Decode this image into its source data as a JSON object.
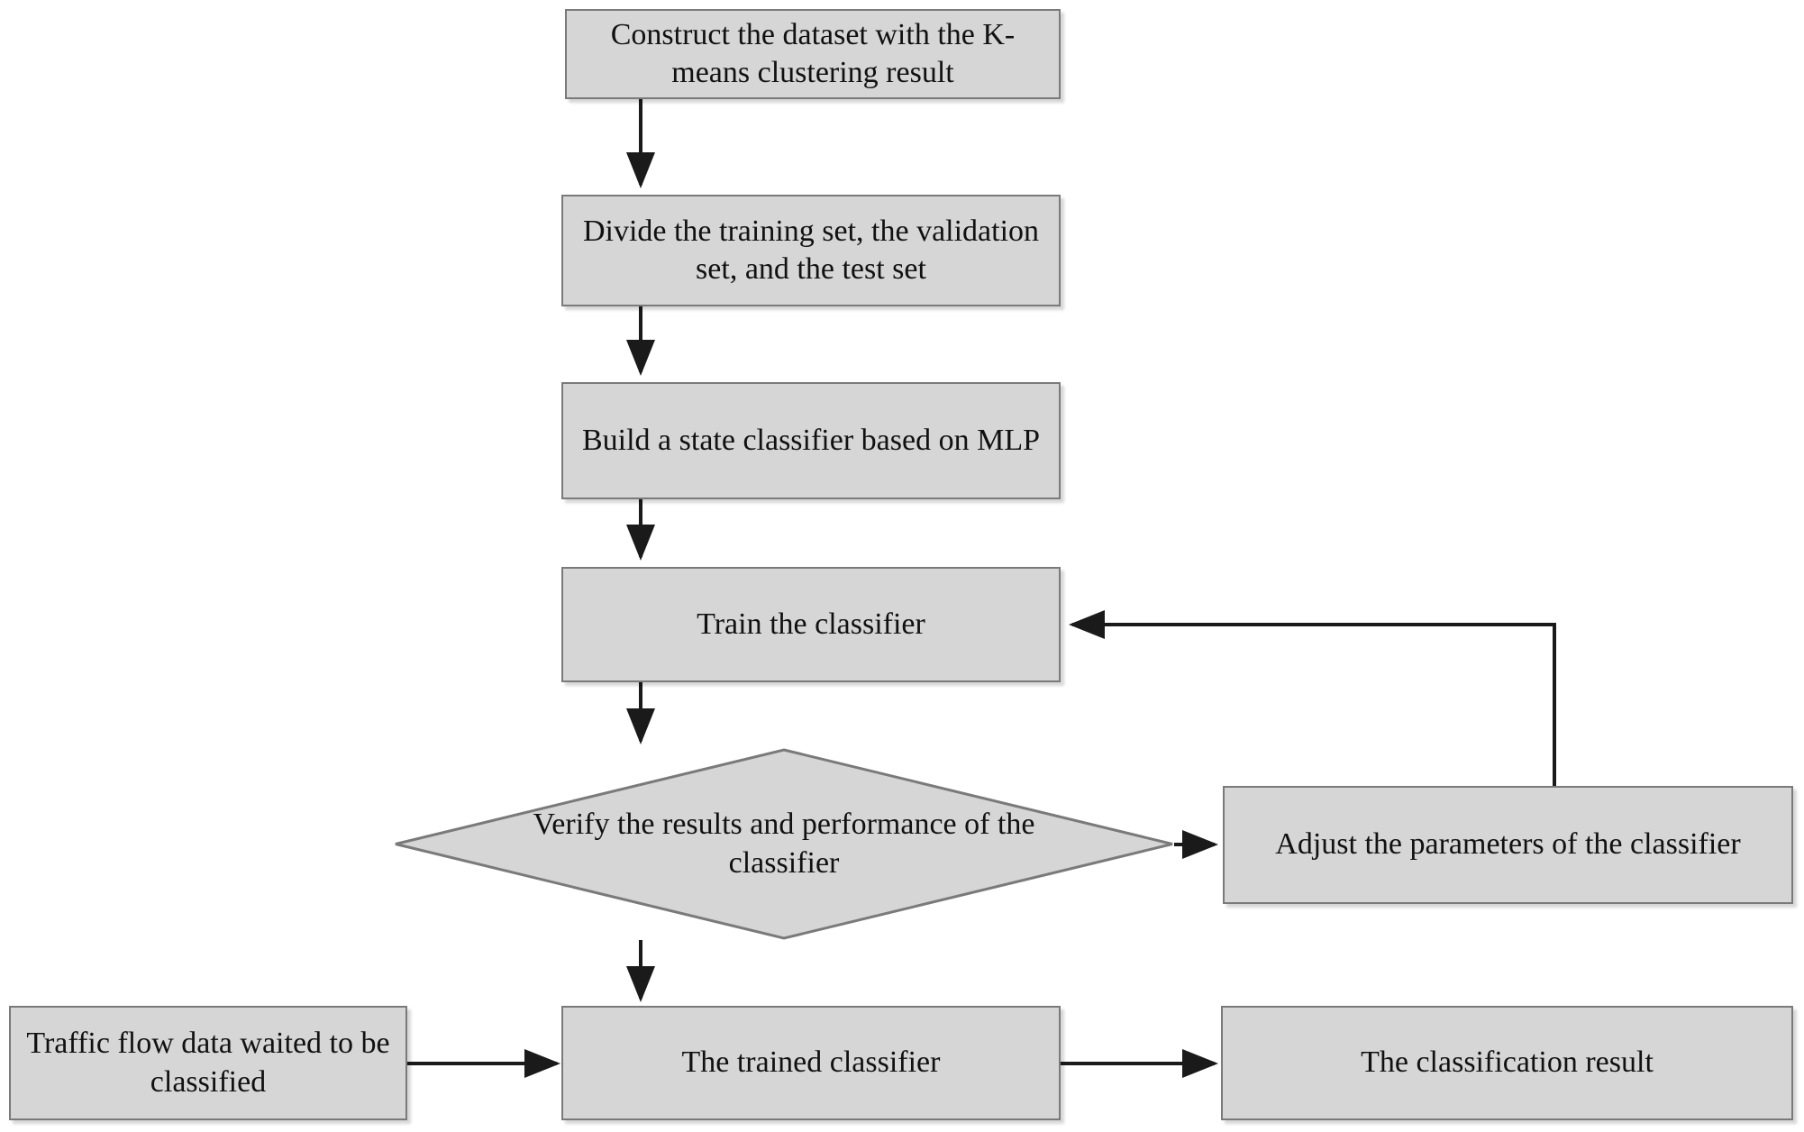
{
  "diagram": {
    "title": "Traffic state classification workflow flowchart",
    "background_color": "#ffffff",
    "node_fill_color": "#d6d6d6",
    "node_border_color": "#7a7a7a",
    "text_color": "#111111",
    "edge_color": "#1a1a1a"
  },
  "nodes": [
    {
      "id": "construct-dataset",
      "shape": "process",
      "text": "Construct the dataset with the K-means clustering result"
    },
    {
      "id": "divide-sets",
      "shape": "process",
      "text": "Divide the training set, the validation set, and the test set"
    },
    {
      "id": "build-classifier",
      "shape": "process",
      "text": "Build a state classifier based on MLP"
    },
    {
      "id": "train-classifier",
      "shape": "process",
      "text": "Train the classifier"
    },
    {
      "id": "verify-results",
      "shape": "decision",
      "text": "Verify the results and performance of the classifier"
    },
    {
      "id": "adjust-parameters",
      "shape": "process",
      "text": "Adjust the parameters of the classifier"
    },
    {
      "id": "traffic-flow-data",
      "shape": "process",
      "text": "Traffic flow data waited to be classified"
    },
    {
      "id": "trained-classifier",
      "shape": "process",
      "text": "The trained classifier"
    },
    {
      "id": "classification-result",
      "shape": "process",
      "text": "The classification result"
    }
  ],
  "edges": [
    {
      "from": "construct-dataset",
      "to": "divide-sets",
      "direction": "down"
    },
    {
      "from": "divide-sets",
      "to": "build-classifier",
      "direction": "down"
    },
    {
      "from": "build-classifier",
      "to": "train-classifier",
      "direction": "down"
    },
    {
      "from": "train-classifier",
      "to": "verify-results",
      "direction": "down"
    },
    {
      "from": "verify-results",
      "to": "adjust-parameters",
      "direction": "right"
    },
    {
      "from": "adjust-parameters",
      "to": "train-classifier",
      "direction": "up-left-feedback"
    },
    {
      "from": "verify-results",
      "to": "trained-classifier",
      "direction": "down"
    },
    {
      "from": "traffic-flow-data",
      "to": "trained-classifier",
      "direction": "right"
    },
    {
      "from": "trained-classifier",
      "to": "classification-result",
      "direction": "right"
    }
  ]
}
